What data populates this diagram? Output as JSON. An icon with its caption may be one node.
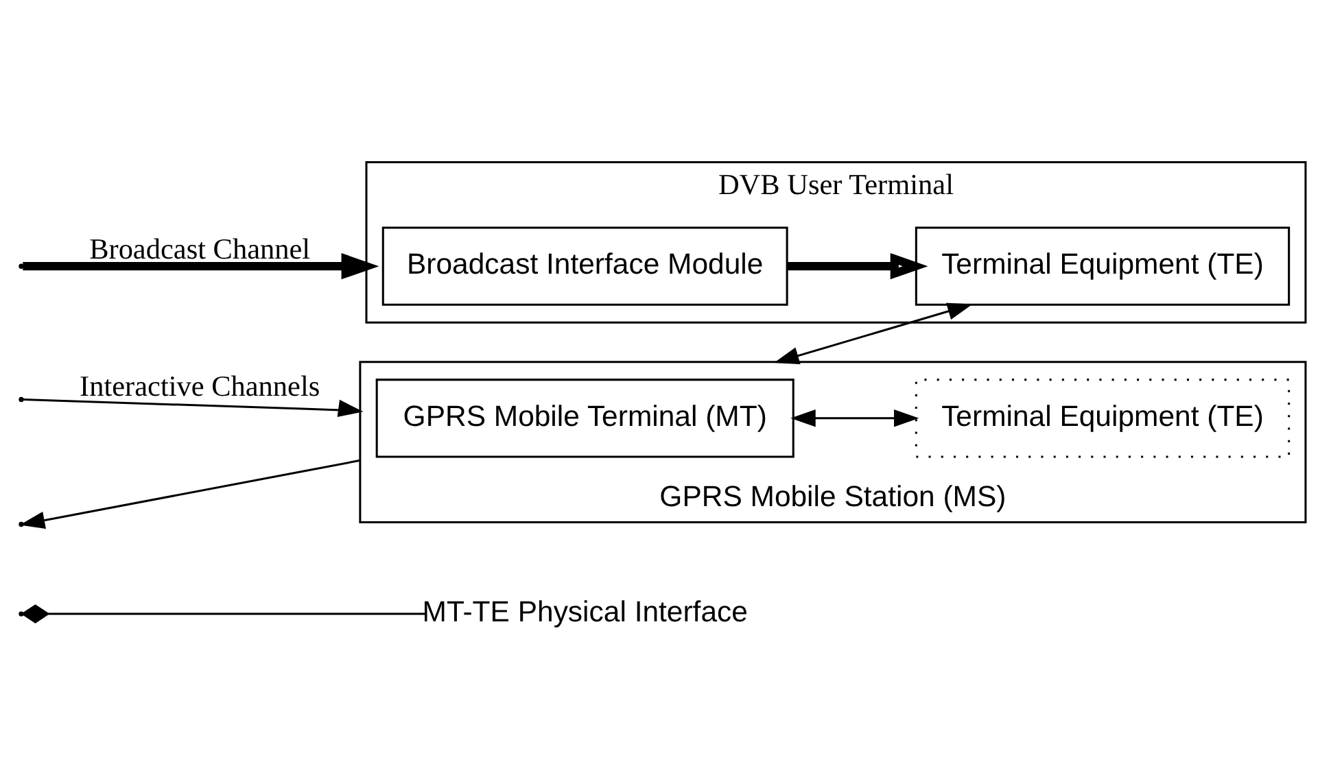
{
  "diagram": {
    "nodes": [
      {
        "text": [
          "DVB User Terminal"
        ]
      },
      {
        "text": [
          "Broadcast Interface Module"
        ],
        "in": 0
      },
      {
        "text": [
          "Terminal Equipment (TE)"
        ],
        "in": 0
      },
      {
        "text": [
          "GPRS Mobile Station (MS)"
        ]
      },
      {
        "text": [
          "GPRS Mobile Terminal (MT)"
        ],
        "in": 3
      },
      {
        "text": [
          "Terminal Equipment (TE)"
        ],
        "in": 3
      },
      {
        "text": [
          "MT-TE Physical Interface"
        ]
      }
    ],
    "edges": [
      {
        "from": null,
        "to": 0,
        "arrow": "to",
        "label": "Broadcast Channel",
        "style": "thick"
      },
      {
        "from": 1,
        "to": 2,
        "arrow": "to",
        "style": "thick"
      },
      {
        "from": null,
        "to": 3,
        "arrow": "to",
        "label": "Interactive Channels"
      },
      {
        "from": 3,
        "to": null,
        "arrow": "to"
      },
      {
        "from": 4,
        "to": 5,
        "arrow": "both"
      },
      {
        "from": 3,
        "to": 2,
        "arrow": "both"
      },
      {
        "from": 6,
        "to": null,
        "arrow": "other"
      }
    ]
  }
}
